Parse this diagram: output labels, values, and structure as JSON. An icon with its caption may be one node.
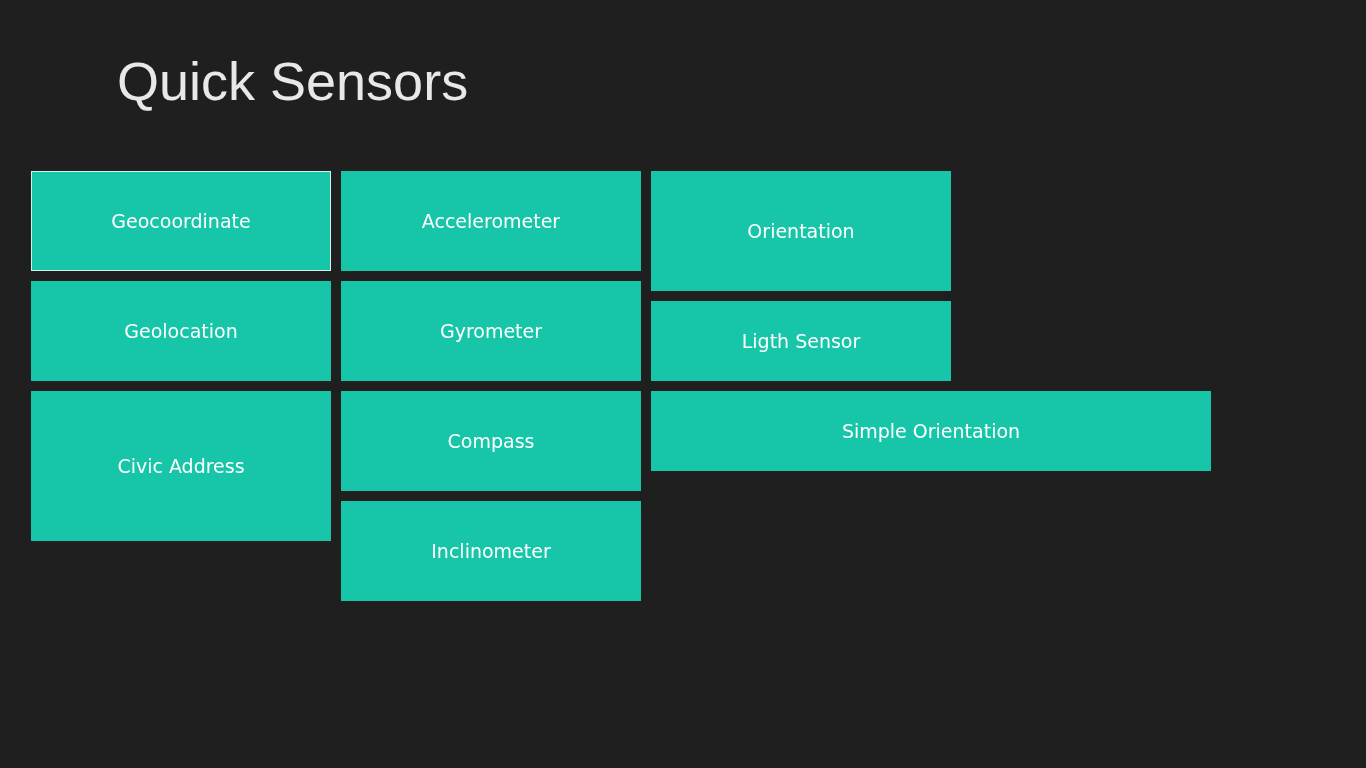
{
  "diagram": {
    "title": "Quick Sensors",
    "nodes": [
      {
        "text": [
          "Geocoordinate"
        ]
      },
      {
        "text": [
          "Accelerometer"
        ]
      },
      {
        "text": [
          "Orientation"
        ]
      },
      {
        "text": [
          "Geolocation"
        ]
      },
      {
        "text": [
          "Gyrometer"
        ]
      },
      {
        "text": [
          "Ligth Sensor"
        ]
      },
      {
        "text": [
          "Civic Address"
        ]
      },
      {
        "text": [
          "Compass"
        ]
      },
      {
        "text": [
          "Simple Orientation"
        ]
      },
      {
        "text": [
          "Inclinometer"
        ]
      }
    ]
  }
}
